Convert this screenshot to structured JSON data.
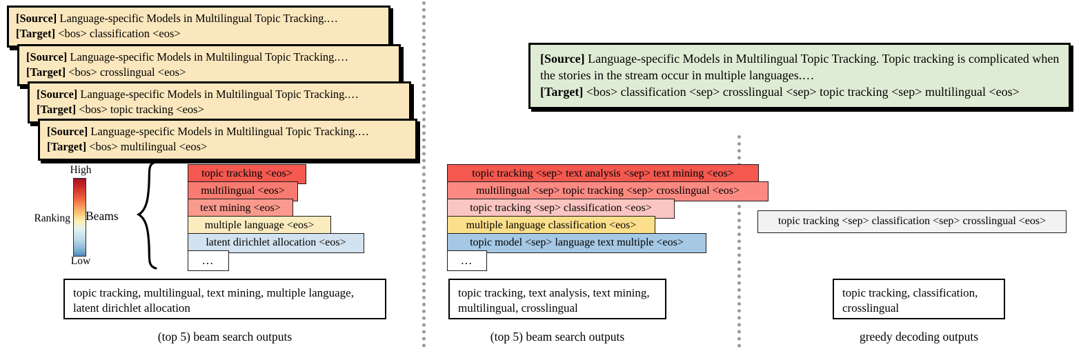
{
  "figure": {
    "colors": {
      "card_background": "#fbe7bd",
      "green_card_background": "#dfecd5",
      "rank_high": "#a50f21",
      "rank_low": "#4c8cbf",
      "separator": "#9a9a9a"
    }
  },
  "source_target_cards": {
    "source_tag": "[Source]",
    "target_tag": "[Target]",
    "items": [
      {
        "source": " Language-specific Models in Multilingual Topic Tracking.…",
        "target": " <bos> classification <eos>"
      },
      {
        "source": " Language-specific Models in Multilingual Topic Tracking.…",
        "target": " <bos> crosslingual <eos>"
      },
      {
        "source": " Language-specific Models in Multilingual Topic Tracking.…",
        "target": " <bos> topic tracking <eos>"
      },
      {
        "source": " Language-specific Models in Multilingual Topic Tracking.…",
        "target": " <bos> multilingual <eos>"
      }
    ]
  },
  "green_card": {
    "source_tag": "[Source]",
    "source": " Language-specific Models in Multilingual Topic Tracking. Topic tracking is complicated when the stories in the stream occur in multiple languages.…",
    "target_tag": "[Target]",
    "target": " <bos> classification <sep> crosslingual <sep> topic tracking <sep> multilingual <eos>"
  },
  "legend": {
    "title": "Ranking",
    "high_label": "High",
    "low_label": "Low"
  },
  "beams": {
    "label": "Beams",
    "left_column": [
      {
        "text": "topic tracking <eos>",
        "color": "#f4584f"
      },
      {
        "text": "multilingual <eos>",
        "color": "#f87b71"
      },
      {
        "text": "text mining <eos>",
        "color": "#fa9a8e"
      },
      {
        "text": "multiple language <eos>",
        "color": "#fbecc0"
      },
      {
        "text": "latent dirichlet allocation <eos>",
        "color": "#d3e2f0"
      },
      {
        "text": "…",
        "color": "#ffffff"
      }
    ],
    "middle_column": [
      {
        "text": "topic tracking <sep> text analysis <sep> text mining <eos>",
        "color": "#f4584f"
      },
      {
        "text": "multilingual <sep> topic tracking <sep> crosslingual <eos>",
        "color": "#fa8a82"
      },
      {
        "text": "topic tracking <sep> classification <eos>",
        "color": "#fbc5c2"
      },
      {
        "text": "multiple language classification <eos>",
        "color": "#fcdf8a"
      },
      {
        "text": "topic model <sep> language text multiple <eos>",
        "color": "#a5c8e4"
      },
      {
        "text": "…",
        "color": "#ffffff"
      }
    ]
  },
  "greedy": {
    "output": "topic tracking <sep> classification <sep> crosslingual <eos>"
  },
  "summaries": {
    "left": "topic tracking, multilingual, text mining, multiple language, latent dirichlet allocation",
    "middle": "topic tracking, text analysis, text mining, multilingual, crosslingual",
    "right": "topic tracking, classification, crosslingual"
  },
  "captions": {
    "left": "(top 5) beam search outputs",
    "middle": "(top 5) beam search outputs",
    "right": "greedy decoding outputs"
  }
}
